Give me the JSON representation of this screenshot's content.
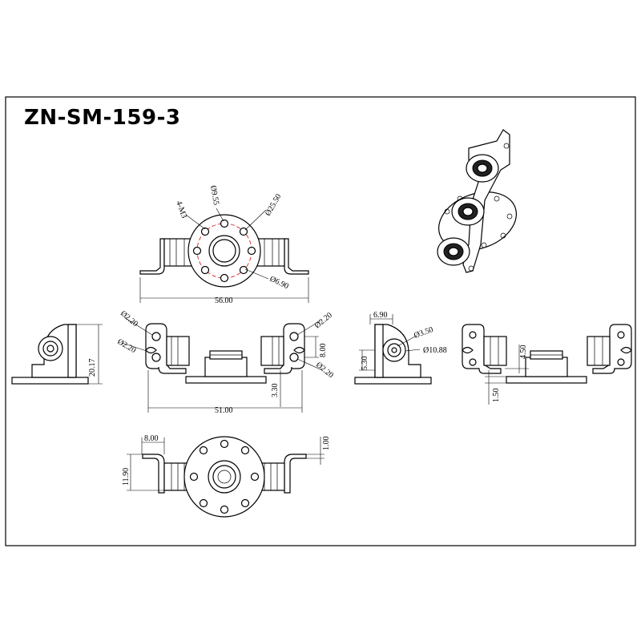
{
  "title": "ZN-SM-159-3",
  "top_view": {
    "thread_label": "4-M3",
    "bolt_circle": "Ø9.55",
    "outer_dia": "Ø25.50",
    "hole_dia": "Ø6.90",
    "overall_width": "56.00"
  },
  "left_view": {
    "height": "20.17"
  },
  "front_view": {
    "slot_top": "Ø2.20",
    "slot_bottom": "Ø2.20",
    "right_top": "Ø2.20",
    "right_bottom": "Ø2.20",
    "slot_gap": "8.00",
    "offset": "3.30",
    "width": "51.00"
  },
  "right_view": {
    "top_width": "6.90",
    "inner_dia": "Ø3.50",
    "outer_dia": "Ø10.88",
    "height": "5.30"
  },
  "back_view": {
    "gap": "4.50",
    "base": "1.50"
  },
  "bottom_view": {
    "tab_width": "8.00",
    "thickness": "1.00",
    "height": "11.90"
  }
}
